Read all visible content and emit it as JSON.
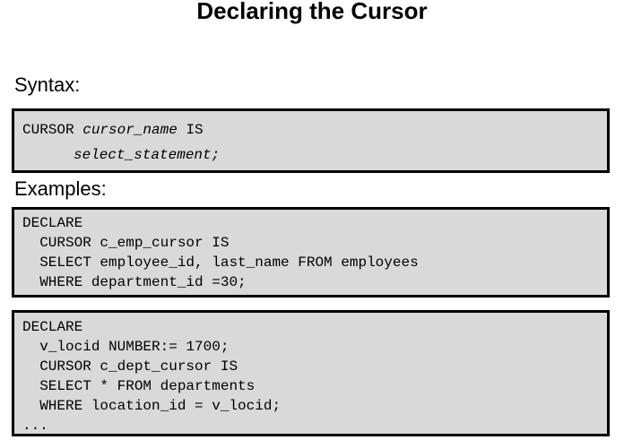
{
  "title": "Declaring the Cursor",
  "syntax": {
    "label": "Syntax:",
    "line1_keyword": "CURSOR ",
    "line1_name": "cursor_name",
    "line1_is": " IS",
    "line2": "select_statement;"
  },
  "examples": {
    "label": "Examples:",
    "example1": [
      "DECLARE",
      "  CURSOR c_emp_cursor IS",
      "  SELECT employee_id, last_name FROM employees",
      "  WHERE department_id =30;"
    ],
    "example2": [
      "DECLARE",
      "  v_locid NUMBER:= 1700;",
      "  CURSOR c_dept_cursor IS",
      "  SELECT * FROM departments",
      "  WHERE location_id = v_locid;",
      "..."
    ]
  }
}
